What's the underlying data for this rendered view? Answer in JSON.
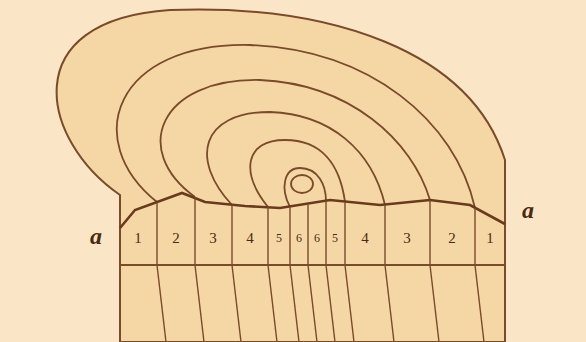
{
  "diagram": {
    "labels": [
      "a",
      "1",
      "2",
      "3",
      "4",
      "5",
      "6",
      "6",
      "5",
      "4",
      "3",
      "2",
      "1",
      "a"
    ]
  }
}
